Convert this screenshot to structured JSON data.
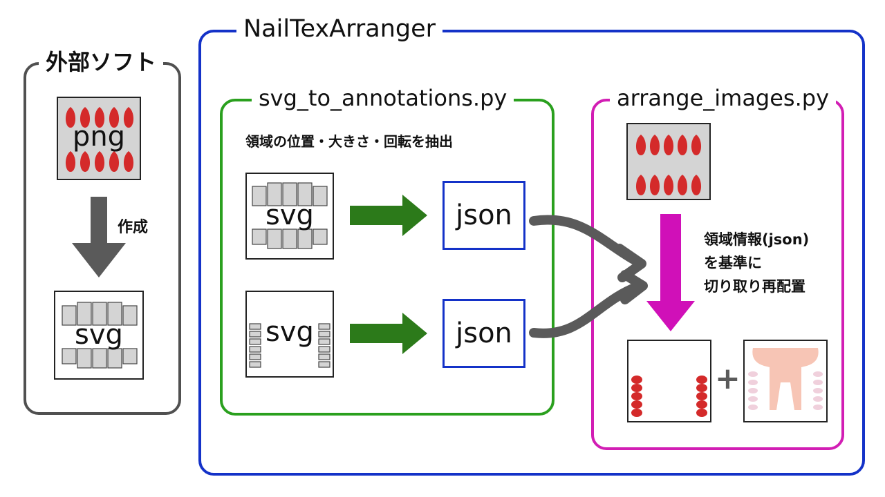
{
  "colors": {
    "external_frame": "#505050",
    "main_frame": "#1432c8",
    "svg_script_frame": "#2aa01e",
    "arrange_script_frame": "#d21eb4",
    "green_arrow": "#2c7a1a",
    "magenta_arrow": "#d010b8",
    "gray_arrow": "#5a5a5a",
    "json_box_border": "#1432c8",
    "nail_red": "#d42a2a",
    "region_gray": "#d4d4d4",
    "skin_pink": "#f7c5b5"
  },
  "external": {
    "title": "外部ソフト",
    "png_label": "png",
    "create_label": "作成",
    "svg_label": "svg"
  },
  "main": {
    "title": "NailTexArranger"
  },
  "svg_to_annotations": {
    "title": "svg_to_annotations.py",
    "description": "領域の位置・大きさ・回転を抽出",
    "svg1_label": "svg",
    "svg2_label": "svg",
    "json1_label": "json",
    "json2_label": "json"
  },
  "arrange_images": {
    "title": "arrange_images.py",
    "note_lines": [
      "領域情報(json)",
      "を基準に",
      "切り取り再配置"
    ],
    "plus": "+"
  }
}
